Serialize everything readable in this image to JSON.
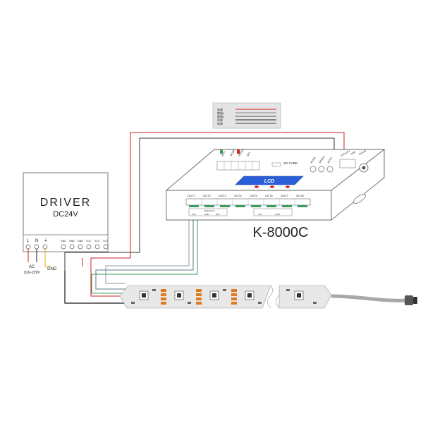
{
  "driver": {
    "title": "DRIVER",
    "voltage": "DC24V",
    "terminals": [
      "L",
      "N",
      "⏚",
      "GND",
      "GND",
      "GND",
      "VCC",
      "VCC",
      "VCC"
    ]
  },
  "mains": {
    "ac_label": "AC",
    "ac_range": "110v-220V",
    "gnd_label": "GND"
  },
  "controller": {
    "model": "K-8000C",
    "top_labels": [
      "RUN",
      "MODE",
      "SPEED",
      "SET"
    ],
    "sd_label": "SD CARD",
    "right_labels": [
      "MODE",
      "SPEED",
      "AUTO",
      "DC5-24V",
      "GND",
      "5V/24V"
    ],
    "lcd_text": "LCD",
    "outputs": [
      "OUT1",
      "OUT2",
      "OUT3",
      "OUT4",
      "OUT5",
      "OUT6",
      "OUT7",
      "OUT8"
    ],
    "sub_labels": [
      "DATA OUT",
      "CLK",
      "GND",
      "DAT",
      "CLK",
      "GND"
    ]
  },
  "legend_card": {
    "lines": [
      "电源",
      "数据1",
      "数据2",
      "时钟",
      "地线"
    ]
  },
  "colors": {
    "red_wire": "#cc1f1f",
    "black_wire": "#1a1a1a",
    "grey_wire": "#8a9aa6",
    "green_wire": "#3c9a5a",
    "ground_wire": "#e0b000",
    "lcd_blue": "#2a5fd8",
    "chip_orange": "#e07a20"
  }
}
